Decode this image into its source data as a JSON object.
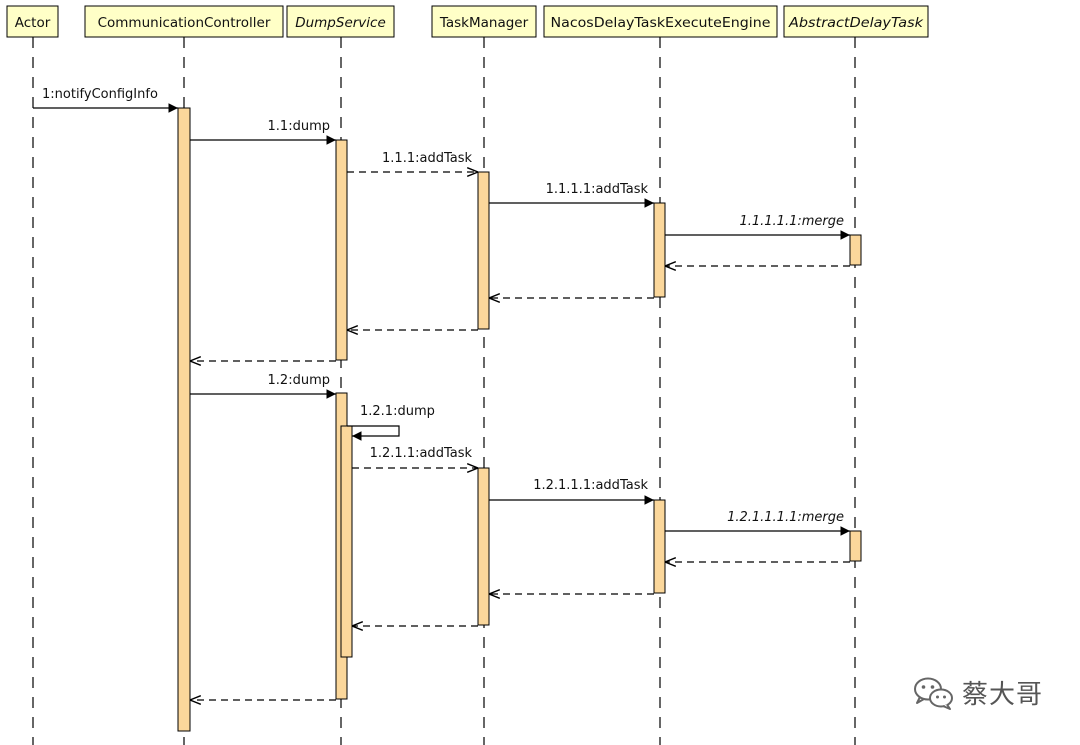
{
  "lifelines": [
    {
      "id": "actor",
      "label": "Actor",
      "italic": false
    },
    {
      "id": "communication-controller",
      "label": "CommunicationController",
      "italic": false
    },
    {
      "id": "dump-service",
      "label": "DumpService",
      "italic": true
    },
    {
      "id": "task-manager",
      "label": "TaskManager",
      "italic": false
    },
    {
      "id": "nacos-delay-task-execute-engine",
      "label": "NacosDelayTaskExecuteEngine",
      "italic": false
    },
    {
      "id": "abstract-delay-task",
      "label": "AbstractDelayTask",
      "italic": true
    }
  ],
  "messages": [
    {
      "from": "actor",
      "to": "communication-controller",
      "label": "1:notifyConfigInfo",
      "type": "sync",
      "italic": false
    },
    {
      "from": "communication-controller",
      "to": "dump-service",
      "label": "1.1:dump",
      "type": "sync",
      "italic": false
    },
    {
      "from": "dump-service",
      "to": "task-manager",
      "label": "1.1.1:addTask",
      "type": "async",
      "italic": false
    },
    {
      "from": "task-manager",
      "to": "nacos-delay-task-execute-engine",
      "label": "1.1.1.1:addTask",
      "type": "sync",
      "italic": false
    },
    {
      "from": "nacos-delay-task-execute-engine",
      "to": "abstract-delay-task",
      "label": "1.1.1.1.1:merge",
      "type": "sync",
      "italic": true
    },
    {
      "from": "abstract-delay-task",
      "to": "nacos-delay-task-execute-engine",
      "label": "",
      "type": "return",
      "italic": false
    },
    {
      "from": "nacos-delay-task-execute-engine",
      "to": "task-manager",
      "label": "",
      "type": "return",
      "italic": false
    },
    {
      "from": "task-manager",
      "to": "dump-service",
      "label": "",
      "type": "return",
      "italic": false
    },
    {
      "from": "dump-service",
      "to": "communication-controller",
      "label": "",
      "type": "return",
      "italic": false
    },
    {
      "from": "communication-controller",
      "to": "dump-service",
      "label": "1.2:dump",
      "type": "sync",
      "italic": false
    },
    {
      "from": "dump-service",
      "to": "dump-service",
      "label": "1.2.1:dump",
      "type": "self",
      "italic": false
    },
    {
      "from": "dump-service",
      "to": "task-manager",
      "label": "1.2.1.1:addTask",
      "type": "async",
      "italic": false
    },
    {
      "from": "task-manager",
      "to": "nacos-delay-task-execute-engine",
      "label": "1.2.1.1.1:addTask",
      "type": "sync",
      "italic": false
    },
    {
      "from": "nacos-delay-task-execute-engine",
      "to": "abstract-delay-task",
      "label": "1.2.1.1.1.1:merge",
      "type": "sync",
      "italic": true
    },
    {
      "from": "abstract-delay-task",
      "to": "nacos-delay-task-execute-engine",
      "label": "",
      "type": "return",
      "italic": false
    },
    {
      "from": "nacos-delay-task-execute-engine",
      "to": "task-manager",
      "label": "",
      "type": "return",
      "italic": false
    },
    {
      "from": "task-manager",
      "to": "dump-service",
      "label": "",
      "type": "return",
      "italic": false
    },
    {
      "from": "dump-service",
      "to": "communication-controller",
      "label": "",
      "type": "return",
      "italic": false
    }
  ],
  "watermark": {
    "text": "蔡大哥",
    "icon": "wechat-icon"
  },
  "colors": {
    "header_fill": "#ffffc7",
    "activation_fill": "#fbd79b",
    "line": "#000000"
  }
}
